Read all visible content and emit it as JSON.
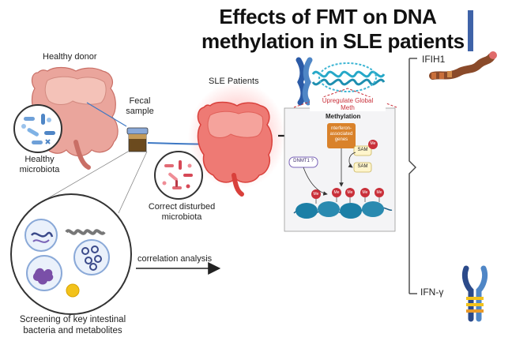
{
  "title": {
    "line1": "Effects of FMT on DNA",
    "line2": "methylation in SLE patients"
  },
  "labels": {
    "healthy_donor": "Healthy donor",
    "healthy_microbiota_line1": "Healthy",
    "healthy_microbiota_line2": "microbiota",
    "fecal_sample_line1": "Fecal",
    "fecal_sample_line2": "sample",
    "sle_patients": "SLE Patients",
    "correct_line1": "Correct disturbed",
    "correct_line2": "microbiota",
    "screening_line1": "Screening of key intestinal",
    "screening_line2": "bacteria and metabolites",
    "correlation_analysis": "correlation analysis",
    "upregulate_line1": "Upregulate Global",
    "upregulate_line2": "Meth",
    "methylation": "Methylation",
    "interferon_line1": "nterferon-",
    "interferon_line2": "associated",
    "interferon_line3": "genes",
    "sam": "SAM",
    "me": "Me",
    "dnmt1": "DNMT1 ?",
    "ifih1": "IFIH1",
    "ifn_gamma": "IFN-γ"
  },
  "colors": {
    "accent_bar": "#3f63a8",
    "arrow_blue": "#3d78c4",
    "gene_box": "#d9822b",
    "me_ball": "#c9303a",
    "nucleosome": "#1c7fa6",
    "dna_helix": "#26a8c8",
    "gut_healthy": "#e89a9a",
    "gut_sle": "#e85555"
  },
  "icons": [
    "intestine-healthy-icon",
    "intestine-inflamed-icon",
    "fecal-jar-icon",
    "microbiota-circle-icon",
    "chromosome-icon",
    "dna-helix-icon",
    "nucleosome-icon",
    "ifih1-protein-icon",
    "ifn-gamma-receptor-icon",
    "petri-dish-icon"
  ]
}
